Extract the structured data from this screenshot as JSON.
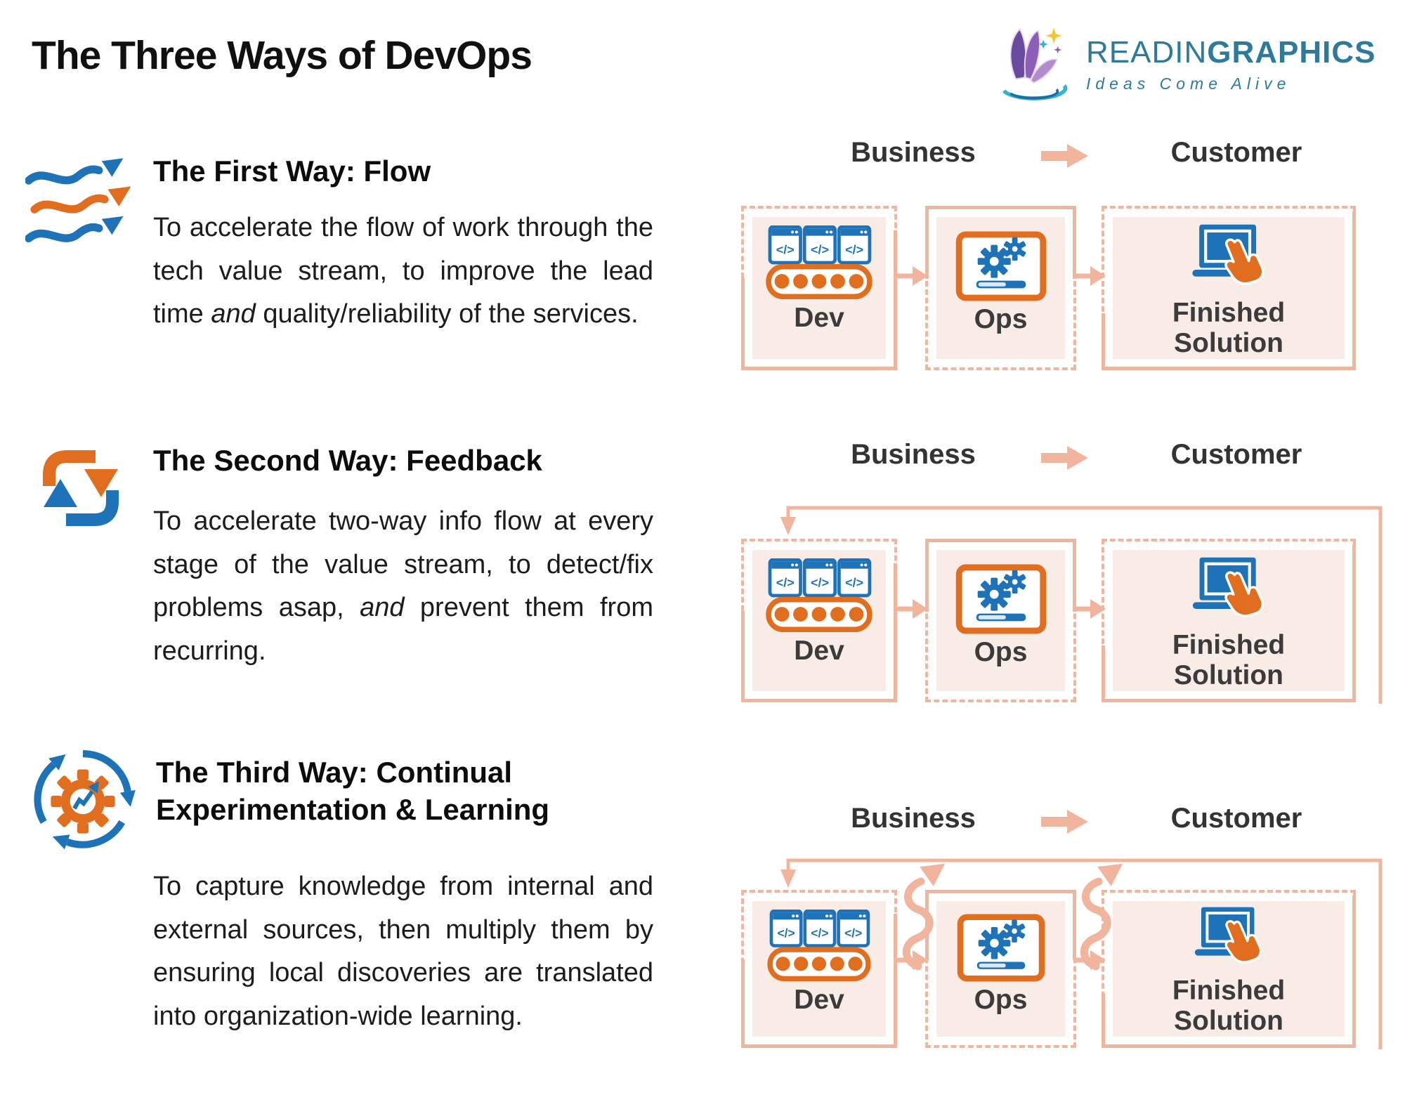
{
  "page": {
    "title": "The Three Ways of DevOps"
  },
  "logo": {
    "icon": "book-sparkle-logo-icon",
    "name_light": "READIN",
    "name_bold": "GRAPHICS",
    "tagline": "Ideas Come Alive",
    "brand_color": "#2d7a9b"
  },
  "colors": {
    "peach_accent": "#f1b49d",
    "panel_fill": "#f9ebe6",
    "orange": "#e06e1e",
    "blue": "#1e72b7",
    "text_dark": "#1c1c1c"
  },
  "sections": [
    {
      "icon": "flow-waves-icon",
      "title": "The First Way: Flow",
      "body_pre": "To accelerate the flow of work through the tech value stream, to improve the lead time ",
      "body_italic": "and",
      "body_post": " quality/reliability of the services."
    },
    {
      "icon": "feedback-cycle-icon",
      "title": "The Second Way: Feedback",
      "body_pre": "To accelerate two-way info flow at every stage of the value stream, to detect/fix problems asap, ",
      "body_italic": "and",
      "body_post": " prevent them from recurring."
    },
    {
      "icon": "experimentation-gear-icon",
      "title": "The Third Way: Continual Experimentation & Learning",
      "body_pre": "To capture knowledge from internal and external sources, then multiply them by ensuring local discoveries are translated into organization-wide learning.",
      "body_italic": "",
      "body_post": ""
    }
  ],
  "diagrams": [
    {
      "business_label": "Business",
      "customer_label": "Customer",
      "feedback_loop": false,
      "experiment_swirls": false,
      "stages": [
        {
          "icon": "dev-pipeline-icon",
          "label": "Dev"
        },
        {
          "icon": "ops-gears-icon",
          "label": "Ops"
        },
        {
          "icon": "finished-solution-icon",
          "label": "Finished Solution"
        }
      ]
    },
    {
      "business_label": "Business",
      "customer_label": "Customer",
      "feedback_loop": true,
      "experiment_swirls": false,
      "stages": [
        {
          "icon": "dev-pipeline-icon",
          "label": "Dev"
        },
        {
          "icon": "ops-gears-icon",
          "label": "Ops"
        },
        {
          "icon": "finished-solution-icon",
          "label": "Finished Solution"
        }
      ]
    },
    {
      "business_label": "Business",
      "customer_label": "Customer",
      "feedback_loop": true,
      "experiment_swirls": true,
      "stages": [
        {
          "icon": "dev-pipeline-icon",
          "label": "Dev"
        },
        {
          "icon": "ops-gears-icon",
          "label": "Ops"
        },
        {
          "icon": "finished-solution-icon",
          "label": "Finished Solution"
        }
      ]
    }
  ]
}
